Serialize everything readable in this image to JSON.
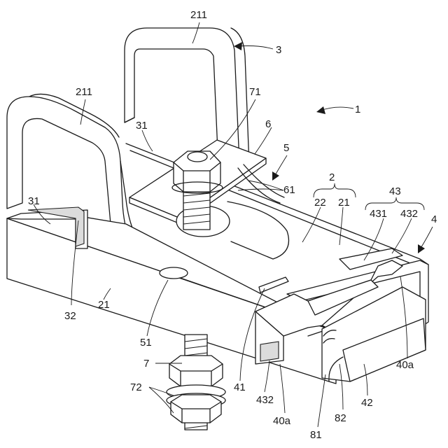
{
  "labels": {
    "l211a": "211",
    "l3": "3",
    "l211b": "211",
    "l71": "71",
    "l1": "1",
    "l31a": "31",
    "l6": "6",
    "l5": "5",
    "l61": "61",
    "l2": "2",
    "l22": "22",
    "l21a": "21",
    "l43": "43",
    "l431": "431",
    "l432a": "432",
    "l4": "4",
    "l31b": "31",
    "l32": "32",
    "l21b": "21",
    "l51": "51",
    "l41": "41",
    "l40a_r": "40a",
    "l7": "7",
    "l72": "72",
    "l432b": "432",
    "l40a_b": "40a",
    "l82": "82",
    "l42": "42",
    "l81": "81"
  }
}
